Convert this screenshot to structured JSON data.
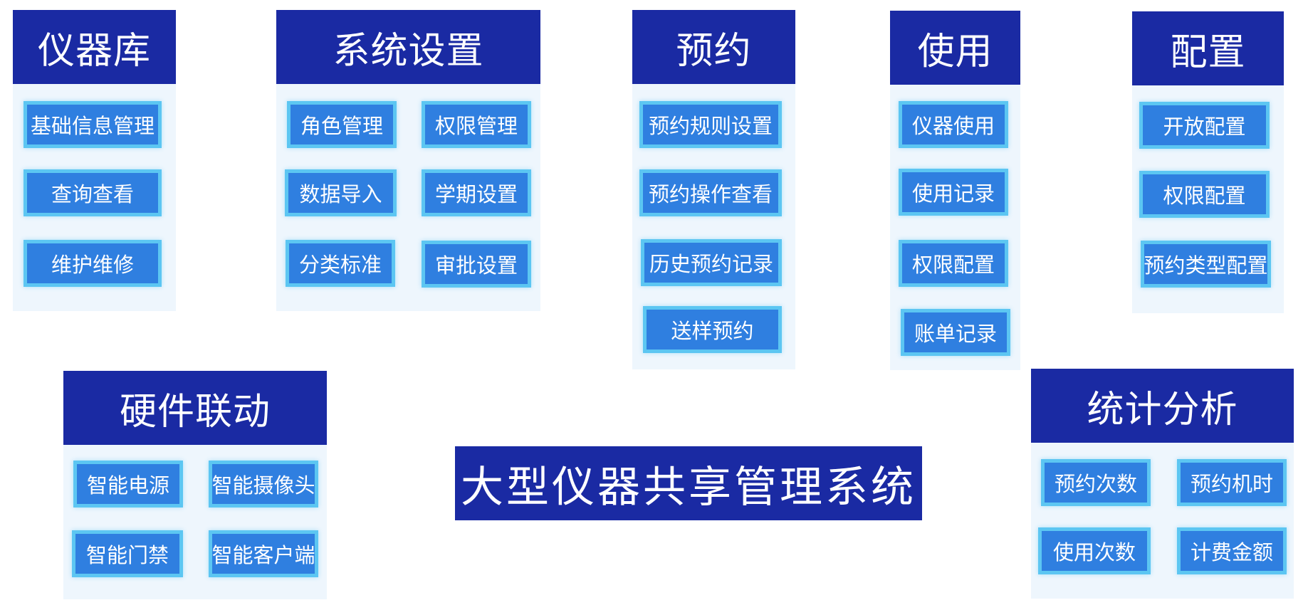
{
  "system_title": "大型仪器共享管理系统",
  "modules": {
    "instrument_library": {
      "title": "仪器库",
      "items": [
        "基础信息管理",
        "查询查看",
        "维护维修"
      ]
    },
    "system_settings": {
      "title": "系统设置",
      "items": [
        "角色管理",
        "权限管理",
        "数据导入",
        "学期设置",
        "分类标准",
        "审批设置"
      ]
    },
    "reservation": {
      "title": "预约",
      "items": [
        "预约规则设置",
        "预约操作查看",
        "历史预约记录",
        "送样预约"
      ]
    },
    "usage": {
      "title": "使用",
      "items": [
        "仪器使用",
        "使用记录",
        "权限配置",
        "账单记录"
      ]
    },
    "configuration": {
      "title": "配置",
      "items": [
        "开放配置",
        "权限配置",
        "预约类型配置"
      ]
    },
    "hardware_linkage": {
      "title": "硬件联动",
      "items": [
        "智能电源",
        "智能摄像头",
        "智能门禁",
        "智能客户端"
      ]
    },
    "statistics": {
      "title": "统计分析",
      "items": [
        "预约次数",
        "预约机时",
        "使用次数",
        "计费金额"
      ]
    }
  },
  "colors": {
    "header_bg": "#1a2aa3",
    "item_bg": "#2f7fe0",
    "item_border": "#5cc6f2",
    "panel_bg": "#eef6fd"
  }
}
